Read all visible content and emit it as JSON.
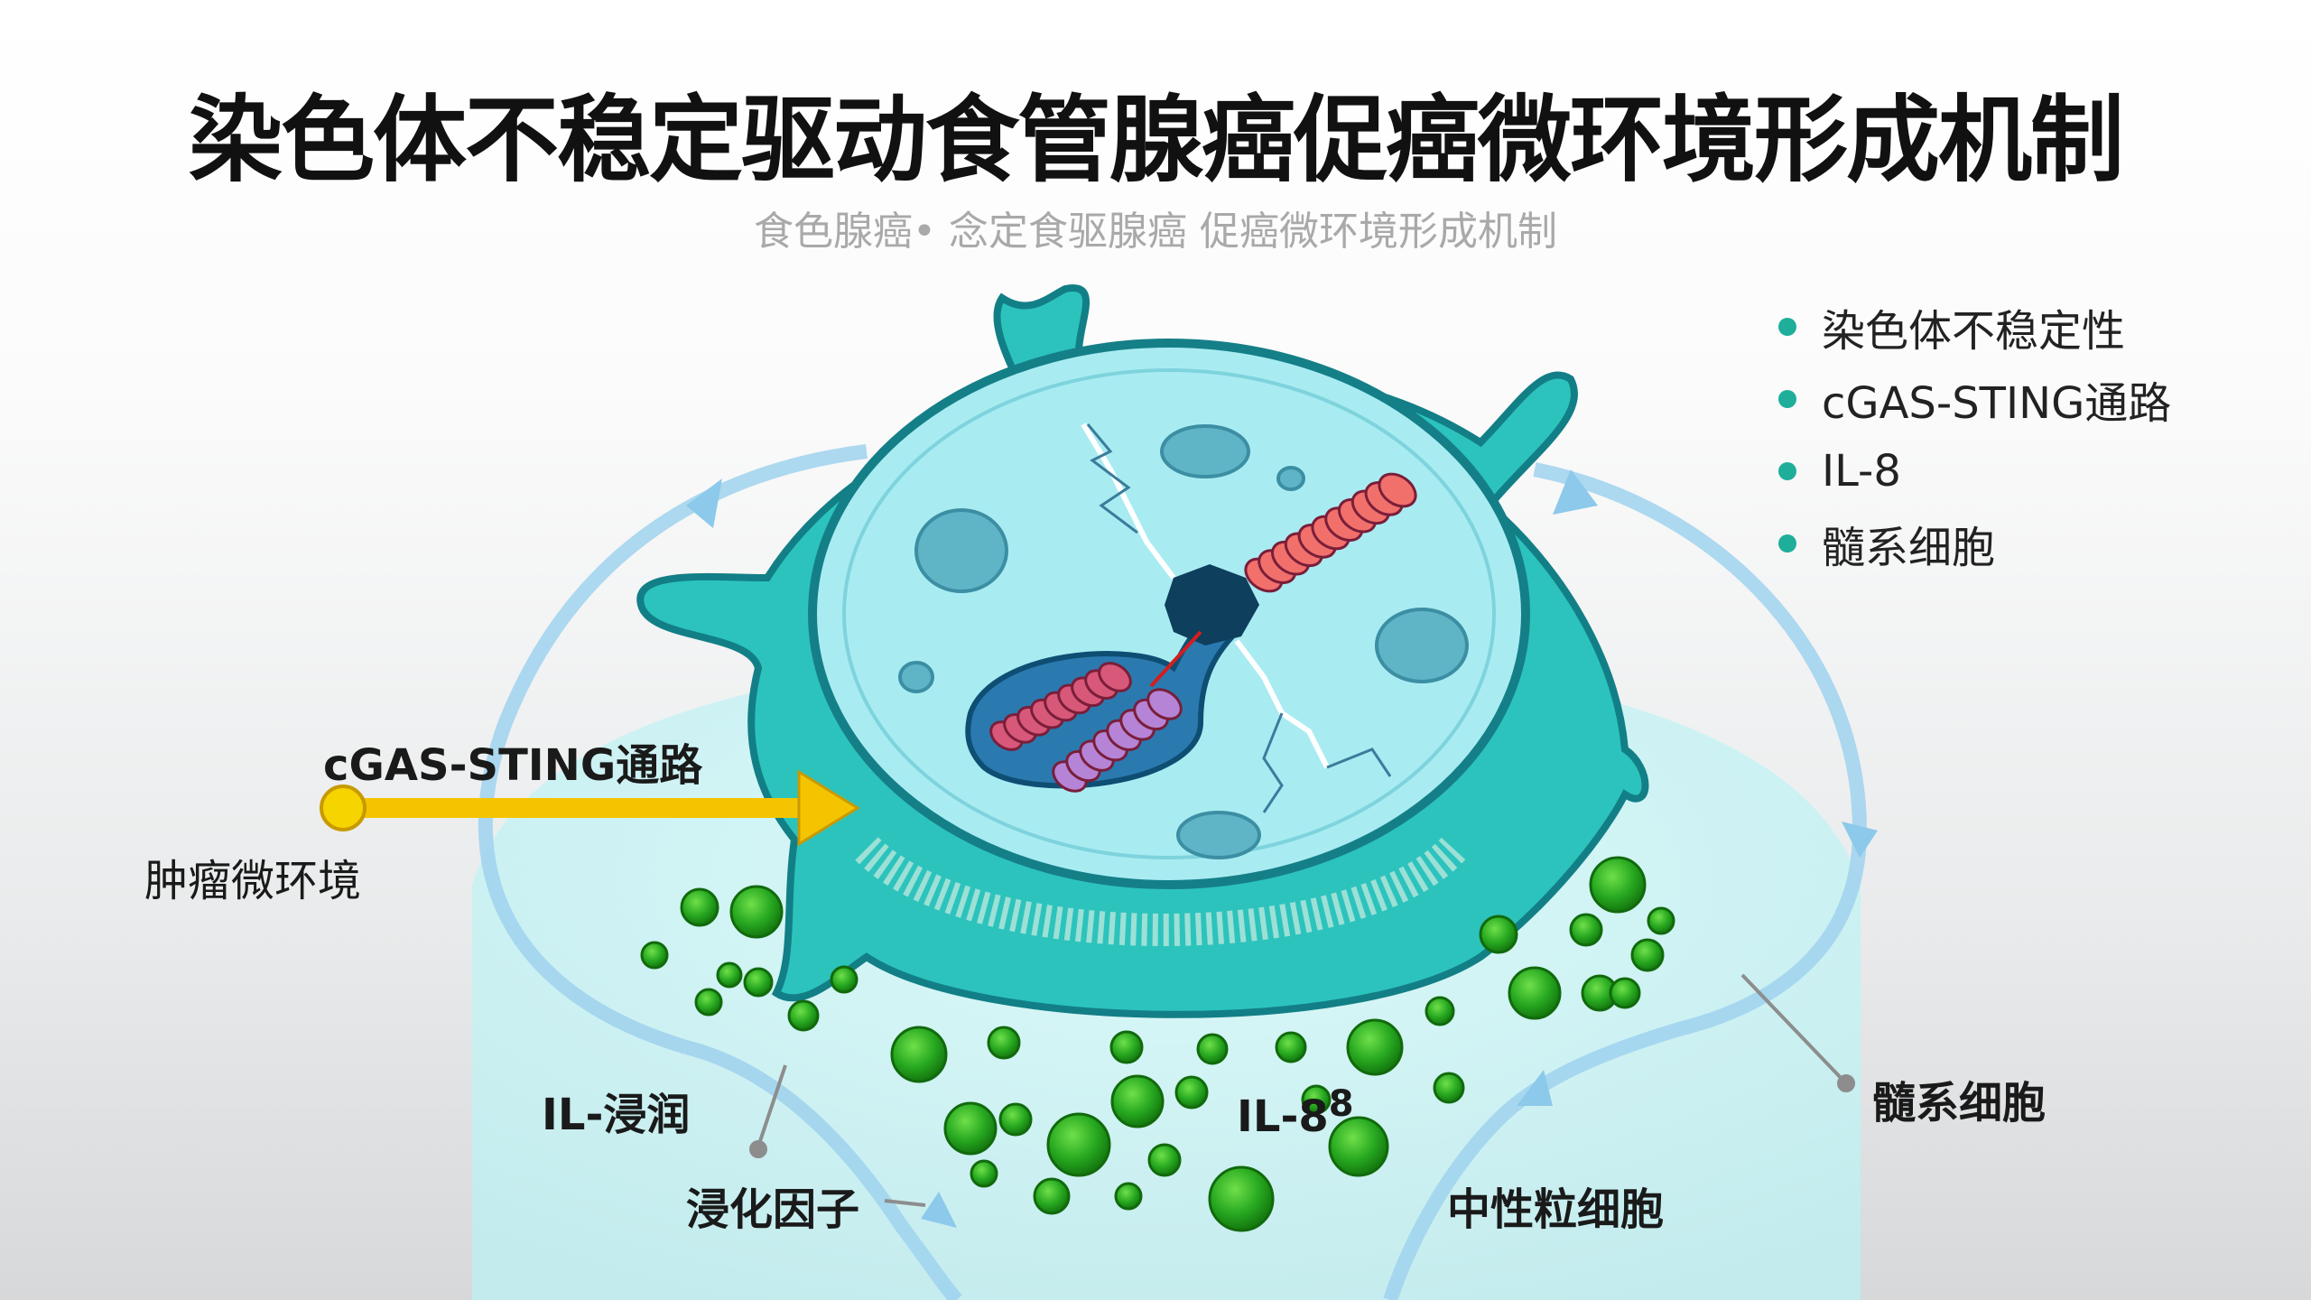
{
  "title": "染色体不稳定驱动食管腺癌促癌微环境形成机制",
  "subtitle": "食色腺癌• 念定食驱腺癌 促癌微环境形成机制",
  "legend": {
    "items": [
      {
        "label": "染色体不稳定性"
      },
      {
        "label": "cGAS-STING通路"
      },
      {
        "label": "IL-8"
      },
      {
        "label": "髓系细胞"
      }
    ]
  },
  "labels": {
    "pathway": "cGAS-STING通路",
    "tme": "肿瘤微环境",
    "il_infiltration": "IL-浸润",
    "invasion_factor": "浸化因子",
    "il8": "IL-8",
    "il8_sup": "8",
    "neutrophil": "中性粒细胞",
    "myeloid": "髓系细胞"
  },
  "colors": {
    "cell": "#2ec4bf",
    "nucleus": "#a8ecf2",
    "legend_dot": "#1fae9a",
    "arrow": "#f5c400",
    "granule": "#22a11c",
    "loop": "#8cc9ea"
  }
}
